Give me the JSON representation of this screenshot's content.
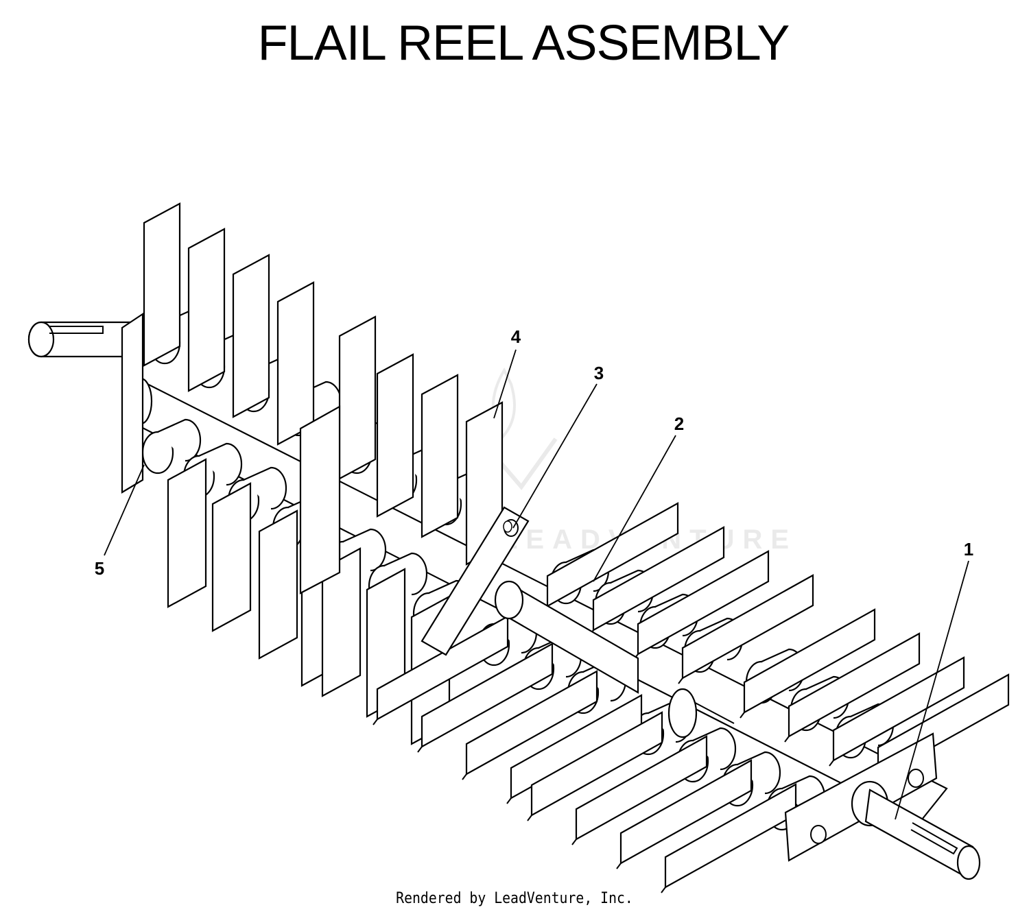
{
  "title": "FLAIL REEL ASSEMBLY",
  "footer": "Rendered by LeadVenture, Inc.",
  "watermark": "LEADVENTURE",
  "callouts": [
    {
      "id": "1",
      "label": "1"
    },
    {
      "id": "2",
      "label": "2"
    },
    {
      "id": "3",
      "label": "3"
    },
    {
      "id": "4",
      "label": "4"
    },
    {
      "id": "5",
      "label": "5"
    }
  ],
  "colors": {
    "line": "#000000",
    "fill": "#ffffff",
    "watermark": "#d9d9d9"
  }
}
